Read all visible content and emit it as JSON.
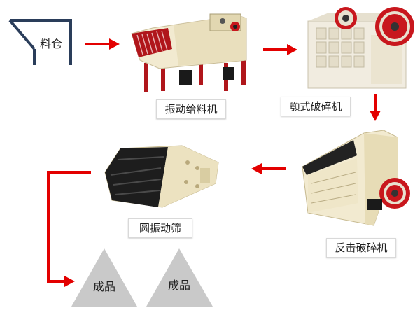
{
  "flow": {
    "hopper": {
      "label": "料仓"
    },
    "feeder": {
      "label": "振动给料机"
    },
    "jaw_crusher": {
      "label": "颚式破碎机"
    },
    "impact_crusher": {
      "label": "反击破碎机"
    },
    "vibrating_screen": {
      "label": "圆振动筛"
    },
    "products": [
      {
        "label": "成品"
      },
      {
        "label": "成品"
      }
    ]
  },
  "colors": {
    "arrow": "#e30000",
    "machine_body": "#f2ead0",
    "machine_red": "#c8171d",
    "product_triangle": "#c9c9c9"
  }
}
